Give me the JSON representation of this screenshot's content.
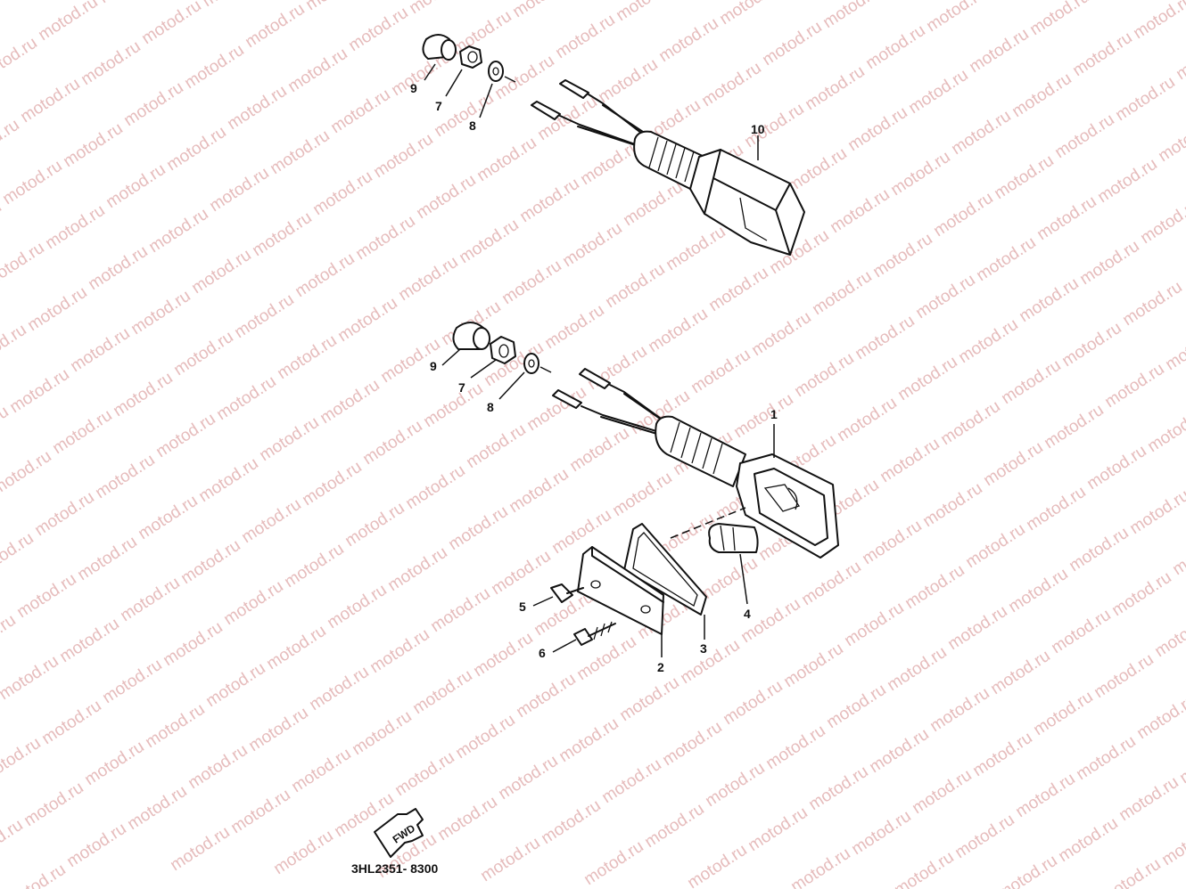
{
  "watermark": {
    "text": "motod.ru"
  },
  "callouts": {
    "upper": {
      "c9": "9",
      "c7": "7",
      "c8": "8",
      "c10": "10"
    },
    "lower": {
      "c9": "9",
      "c7": "7",
      "c8": "8",
      "c1": "1",
      "c2": "2",
      "c3": "3",
      "c4": "4",
      "c5": "5",
      "c6": "6"
    }
  },
  "fwd_label": "FWD",
  "reference_number": "3HL2351- 8300",
  "colors": {
    "ink": "#111111",
    "watermark": "#e6bcbc",
    "background": "#ffffff"
  }
}
